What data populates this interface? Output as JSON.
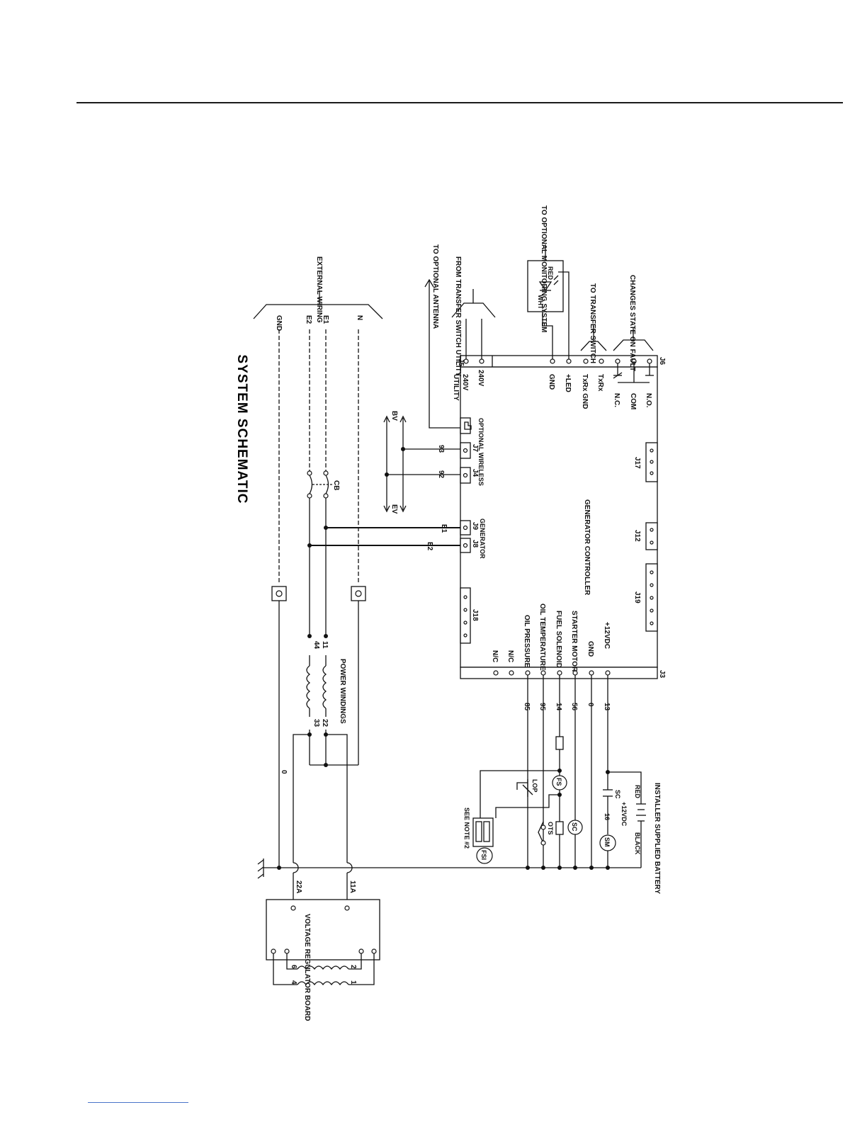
{
  "title": "SYSTEM SCHEMATIC",
  "external_wiring": {
    "label": "EXTERNAL WIRING",
    "lines": [
      "GND",
      "E2",
      "E1",
      "N"
    ]
  },
  "antenna": "TO OPTIONAL ANTENNA",
  "transfer_utility": "FROM TRANSFER SWITCH UTILITY",
  "monitoring": "TO OPTIONAL MONITORING SYSTEM",
  "led_labels": {
    "red": "RED",
    "wht": "WHT"
  },
  "to_transfer": "TO TRANSFER SWITCH",
  "fault": "CHANGES STATE ON FAULT",
  "controller": {
    "title": "GENERATOR CONTROLLER",
    "j5": "J5",
    "j6": "J6",
    "j3": "J3",
    "j7": "J7",
    "j4": "J4",
    "j9": "J9",
    "j8": "J8",
    "j17": "J17",
    "j12": "J12",
    "j19": "J19",
    "j18": "J18",
    "utility_label": "UTILITY",
    "u240a": "240V",
    "u240b": "240V",
    "gnd": "GND",
    "led_plus": "+LED",
    "txrx_gnd": "TxRx GND",
    "txrx": "TxRx",
    "nc": "N.C.",
    "com": "COM",
    "no": "N.O.",
    "wireless": "OPTIONAL WIRELESS",
    "generator": "GENERATOR",
    "j3_labels": [
      "+12VDC",
      "GND",
      "STARTER MOTOR",
      "FUEL SOLENOID",
      "OIL TEMPERATURE",
      "OIL PRESSURE",
      "N/C",
      "N/C"
    ]
  },
  "wires": {
    "w93": "93",
    "w92": "92",
    "bv": "BV",
    "ev": "EV",
    "e1": "E1",
    "e2": "E2",
    "cb": "CB",
    "w11": "11",
    "w44": "44",
    "w22": "22",
    "w33": "33",
    "power_windings": "POWER WINDINGS",
    "zero": "0",
    "w13": "13",
    "w0": "0",
    "w56": "56",
    "w14": "14",
    "w95": "95",
    "w85": "85",
    "w16": "16",
    "w22a": "22A",
    "w11a": "11A"
  },
  "battery": {
    "label": "INSTALLER SUPPLIED BATTERY",
    "voltage": "+12VDC",
    "red": "RED",
    "black": "BLACK",
    "sc": "SC",
    "sm": "SM"
  },
  "components": {
    "fs": "FS",
    "sc": "SC",
    "lop": "LOP",
    "ots": "OTS",
    "fsi": "FSI",
    "note": "SEE NOTE #2"
  },
  "regulator": {
    "label": "VOLTAGE REGULATOR BOARD",
    "t2": "2",
    "t6": "6",
    "t1": "1",
    "t4": "4"
  }
}
